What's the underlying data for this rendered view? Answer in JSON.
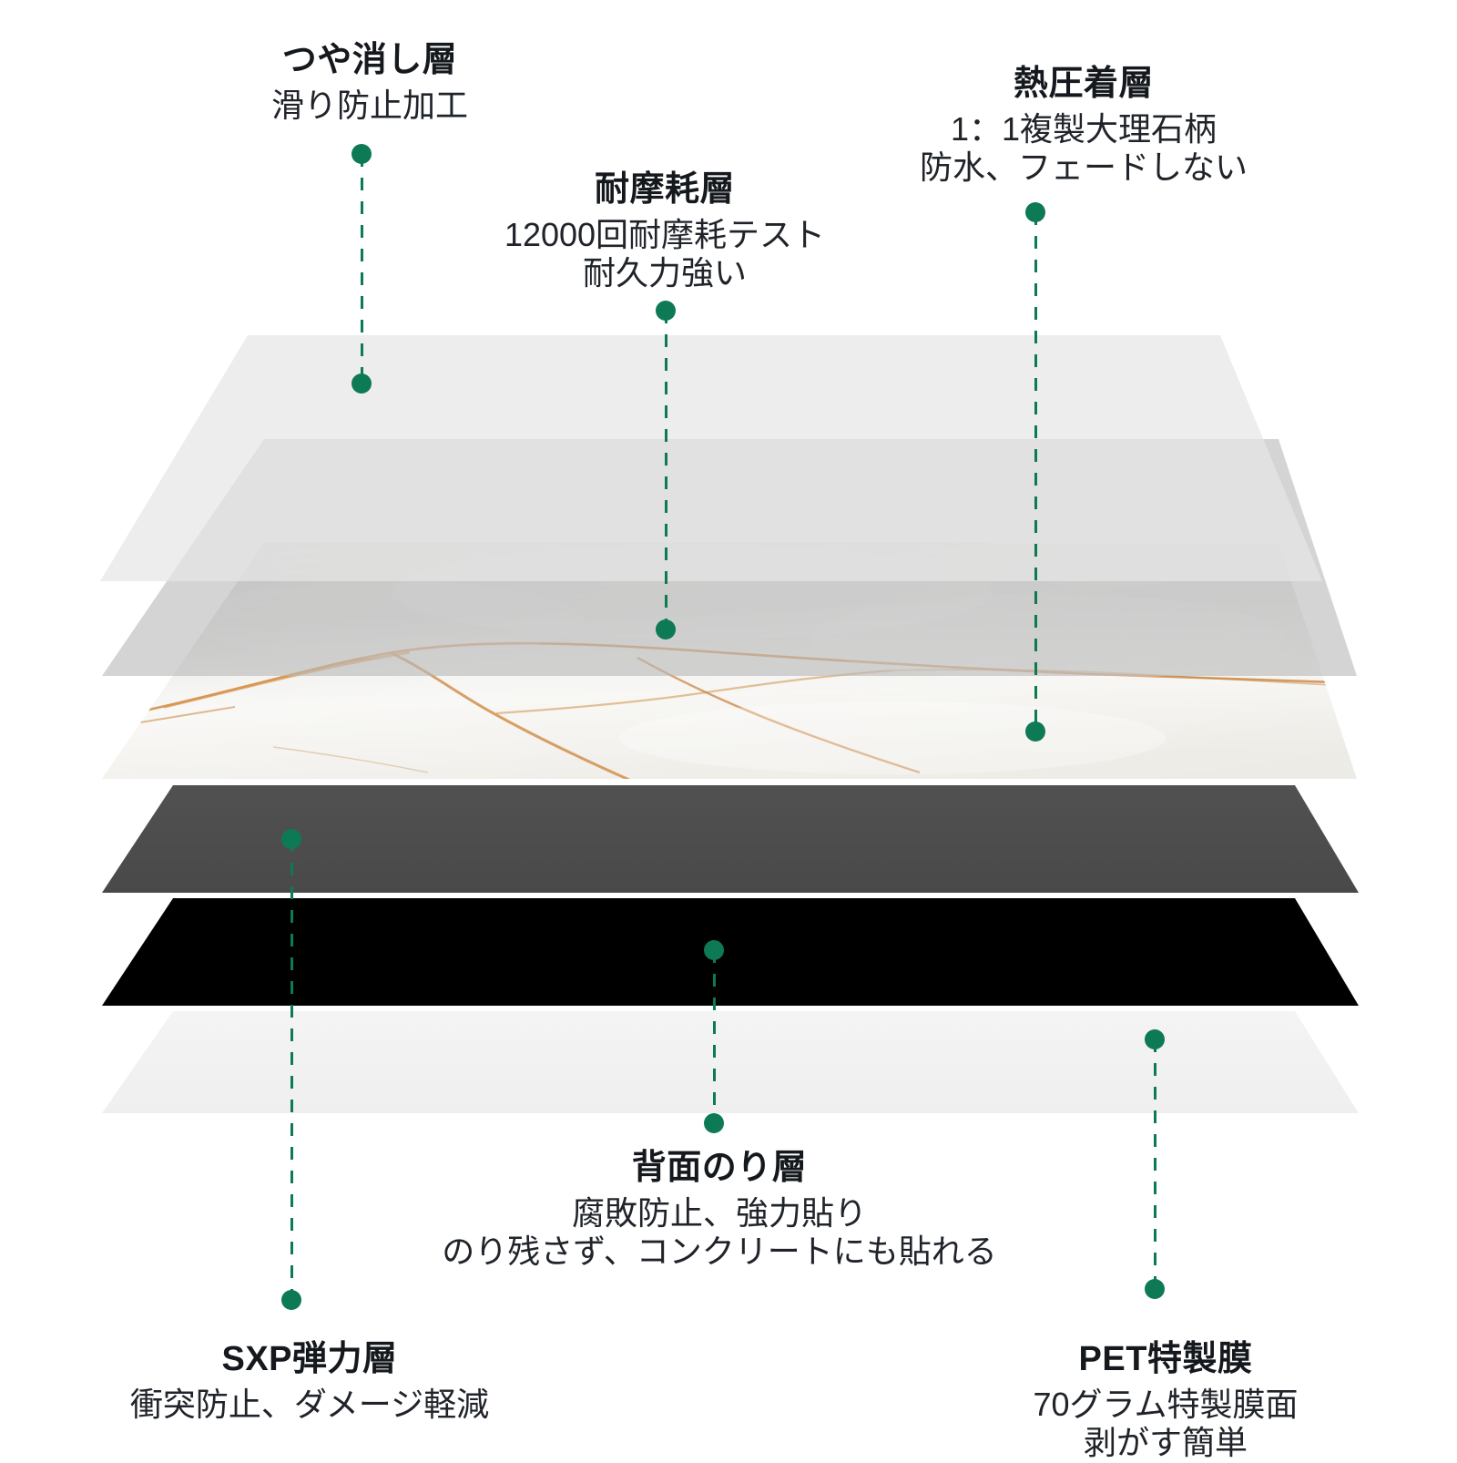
{
  "diagram": {
    "title_semantic": "flooring-layer-exploded-view",
    "accent_color": "#0d7a55",
    "background_color": "#ffffff"
  },
  "layers": [
    {
      "id": "matte",
      "name": "matte-layer",
      "title": "つや消し層",
      "sub_lines": [
        "滑り防止加工"
      ],
      "color": "#efefef",
      "opacity": "0.85"
    },
    {
      "id": "wear",
      "name": "wear-resistant-layer",
      "title": "耐摩耗層",
      "sub_lines": [
        "12000回耐摩耗テスト",
        "耐久力強い"
      ],
      "color": "#c9c9c9",
      "opacity": "0.82"
    },
    {
      "id": "heat",
      "name": "heat-press-marble-layer",
      "title": "熱圧着層",
      "sub_lines": [
        "1：1複製大理石柄",
        "防水、フェードしない"
      ],
      "color": "#f2f1ee",
      "opacity": "1"
    },
    {
      "id": "sxp",
      "name": "sxp-elastic-layer",
      "title": "SXP弾力層",
      "sub_lines": [
        "衝突防止、ダメージ軽減"
      ],
      "color": "#4a4a4a",
      "opacity": "1"
    },
    {
      "id": "adhesive",
      "name": "back-adhesive-layer",
      "title": "背面のり層",
      "sub_lines": [
        "腐敗防止、強力貼り",
        "のり残さず、コンクリートにも貼れる"
      ],
      "color": "#000000",
      "opacity": "1"
    },
    {
      "id": "pet",
      "name": "pet-release-film-layer",
      "title": "PET特製膜",
      "sub_lines": [
        "70グラム特製膜面",
        "剥がす簡単"
      ],
      "color": "#f1f1f1",
      "opacity": "1"
    }
  ],
  "callouts": {
    "matte": {
      "title": "つや消し層",
      "line1": "滑り防止加工",
      "line2": ""
    },
    "wear": {
      "title": "耐摩耗層",
      "line1": "12000回耐摩耗テスト",
      "line2": "耐久力強い"
    },
    "heat": {
      "title": "熱圧着層",
      "line1": "1：1複製大理石柄",
      "line2": "防水、フェードしない"
    },
    "adhesive": {
      "title": "背面のり層",
      "line1": "腐敗防止、強力貼り",
      "line2": "のり残さず、コンクリートにも貼れる"
    },
    "sxp": {
      "title": "SXP弾力層",
      "line1": "衝突防止、ダメージ軽減",
      "line2": ""
    },
    "pet": {
      "title": "PET特製膜",
      "line1": "70グラム特製膜面",
      "line2": "剥がす簡単"
    }
  }
}
